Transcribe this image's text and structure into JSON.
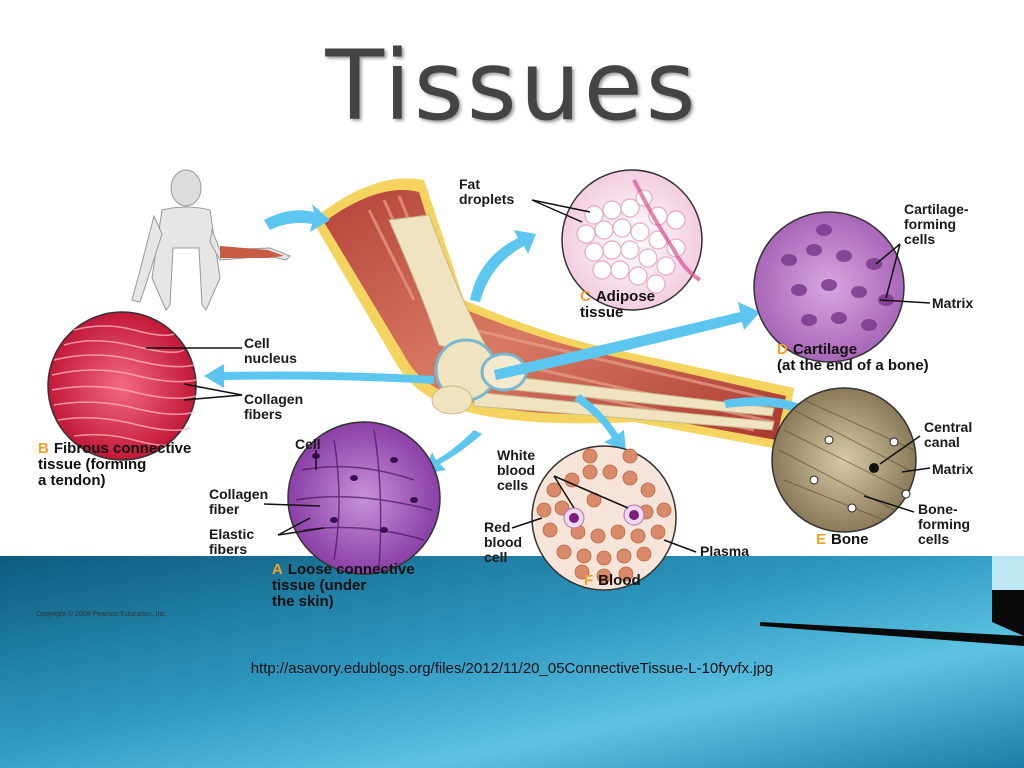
{
  "slide": {
    "title": "Tissues",
    "url": "http://asavory.edublogs.org/files/2012/11/20_05ConnectiveTissue-L-10fyvfx.jpg",
    "copyright": "Copyright © 2009 Pearson Education, Inc."
  },
  "colors": {
    "arrow": "#5cc6f0",
    "band_dark": "#0d5c7e",
    "band_light": "#4fb6d8",
    "caption_letter": "#f3a02a"
  },
  "figure": {
    "fat_droplets": "Fat\ndroplets",
    "cartilage_forming_cells": "Cartilage-\nforming\ncells",
    "cartilage_matrix": "Matrix",
    "cell_nucleus": "Cell\nnucleus",
    "collagen_fibers": "Collagen\nfibers",
    "cell": "Cell",
    "collagen_fiber": "Collagen\nfiber",
    "elastic_fibers": "Elastic\nfibers",
    "white_blood_cells": "White\nblood\ncells",
    "red_blood_cell": "Red\nblood\ncell",
    "plasma": "Plasma",
    "central_canal": "Central\ncanal",
    "bone_matrix": "Matrix",
    "bone_forming_cells": "Bone-\nforming\ncells"
  },
  "captions": {
    "a": {
      "letter": "A",
      "text": "Loose connective\ntissue (under\nthe skin)"
    },
    "b": {
      "letter": "B",
      "text": "Fibrous connective\ntissue (forming\na tendon)"
    },
    "c": {
      "letter": "C",
      "text": "Adipose\ntissue"
    },
    "d": {
      "letter": "D",
      "text": "Cartilage\n(at the end of a bone)"
    },
    "e": {
      "letter": "E",
      "text": "Bone"
    },
    "f": {
      "letter": "F",
      "text": "Blood"
    }
  }
}
